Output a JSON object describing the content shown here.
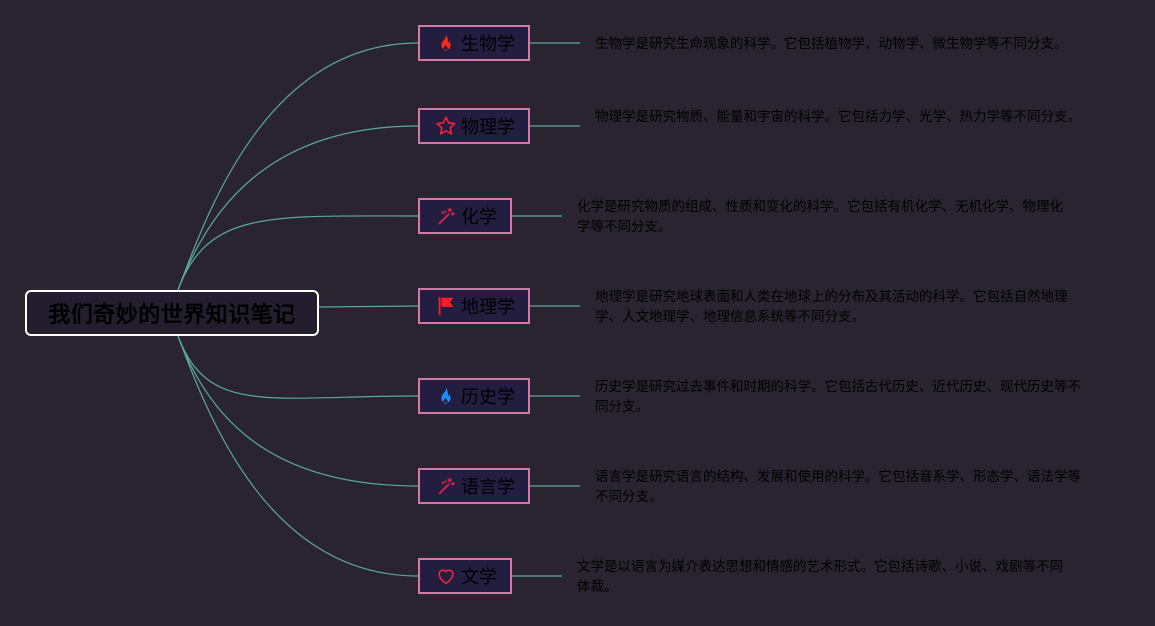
{
  "mindmap": {
    "root": {
      "label": "我们奇妙的世界知识笔记"
    },
    "branches": [
      {
        "label": "生物学",
        "icon": "fire-icon",
        "icon_color": "#ff2a1a",
        "note": "生物学是研究生命现象的科学。它包括植物学、动物学、微生物学等不同分支。"
      },
      {
        "label": "物理学",
        "icon": "star-icon",
        "icon_color": "#e8243a",
        "note": "物理学是研究物质、能量和宇宙的科学。它包括力学、光学、热力学等不同分支。"
      },
      {
        "label": "化学",
        "icon": "magic-wand-icon",
        "icon_color": "#d8244a",
        "note": "化学是研究物质的组成、性质和变化的科学。它包括有机化学、无机化学、物理化学等不同分支。"
      },
      {
        "label": "地理学",
        "icon": "flag-icon",
        "icon_color": "#ff1a2a",
        "note": "地理学是研究地球表面和人类在地球上的分布及其活动的科学。它包括自然地理学、人文地理学、地理信息系统等不同分支。"
      },
      {
        "label": "历史学",
        "icon": "fire-icon",
        "icon_color": "#1e8fff",
        "note": "历史学是研究过去事件和时期的科学。它包括古代历史、近代历史、现代历史等不同分支。"
      },
      {
        "label": "语言学",
        "icon": "magic-wand-icon",
        "icon_color": "#d8244a",
        "note": "语言学是研究语言的结构、发展和使用的科学。它包括音系学、形态学、语法学等不同分支。"
      },
      {
        "label": "文学",
        "icon": "heart-icon",
        "icon_color": "#e8243a",
        "note": "文学是以语言为媒介表达思想和情感的艺术形式。它包括诗歌、小说、戏剧等不同体裁。"
      }
    ],
    "colors": {
      "background": "#2a2430",
      "root_border": "#ffffff",
      "topic_border": "#d478a8",
      "connector": "#5aa8a0"
    }
  }
}
